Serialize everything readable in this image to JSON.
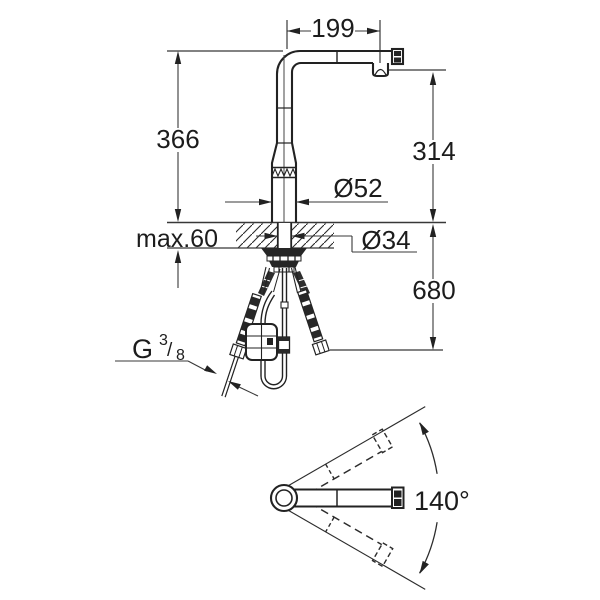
{
  "drawing": {
    "type": "faucet installation dimension drawing",
    "dims": {
      "spout_reach": "199",
      "height_above_deck": "366",
      "outlet_height": "314",
      "body_diameter": "Ø52",
      "max_deck_thickness": "max.60",
      "hole_diameter": "Ø34",
      "supply_length": "680",
      "swivel_angle": "140°",
      "thread": {
        "prefix": "G",
        "numerator": "3",
        "slash": "/",
        "denominator": "8"
      }
    },
    "colors": {
      "line": "#222222",
      "thin_line": "#383838",
      "text": "#1c1c1c",
      "background": "#ffffff"
    }
  }
}
